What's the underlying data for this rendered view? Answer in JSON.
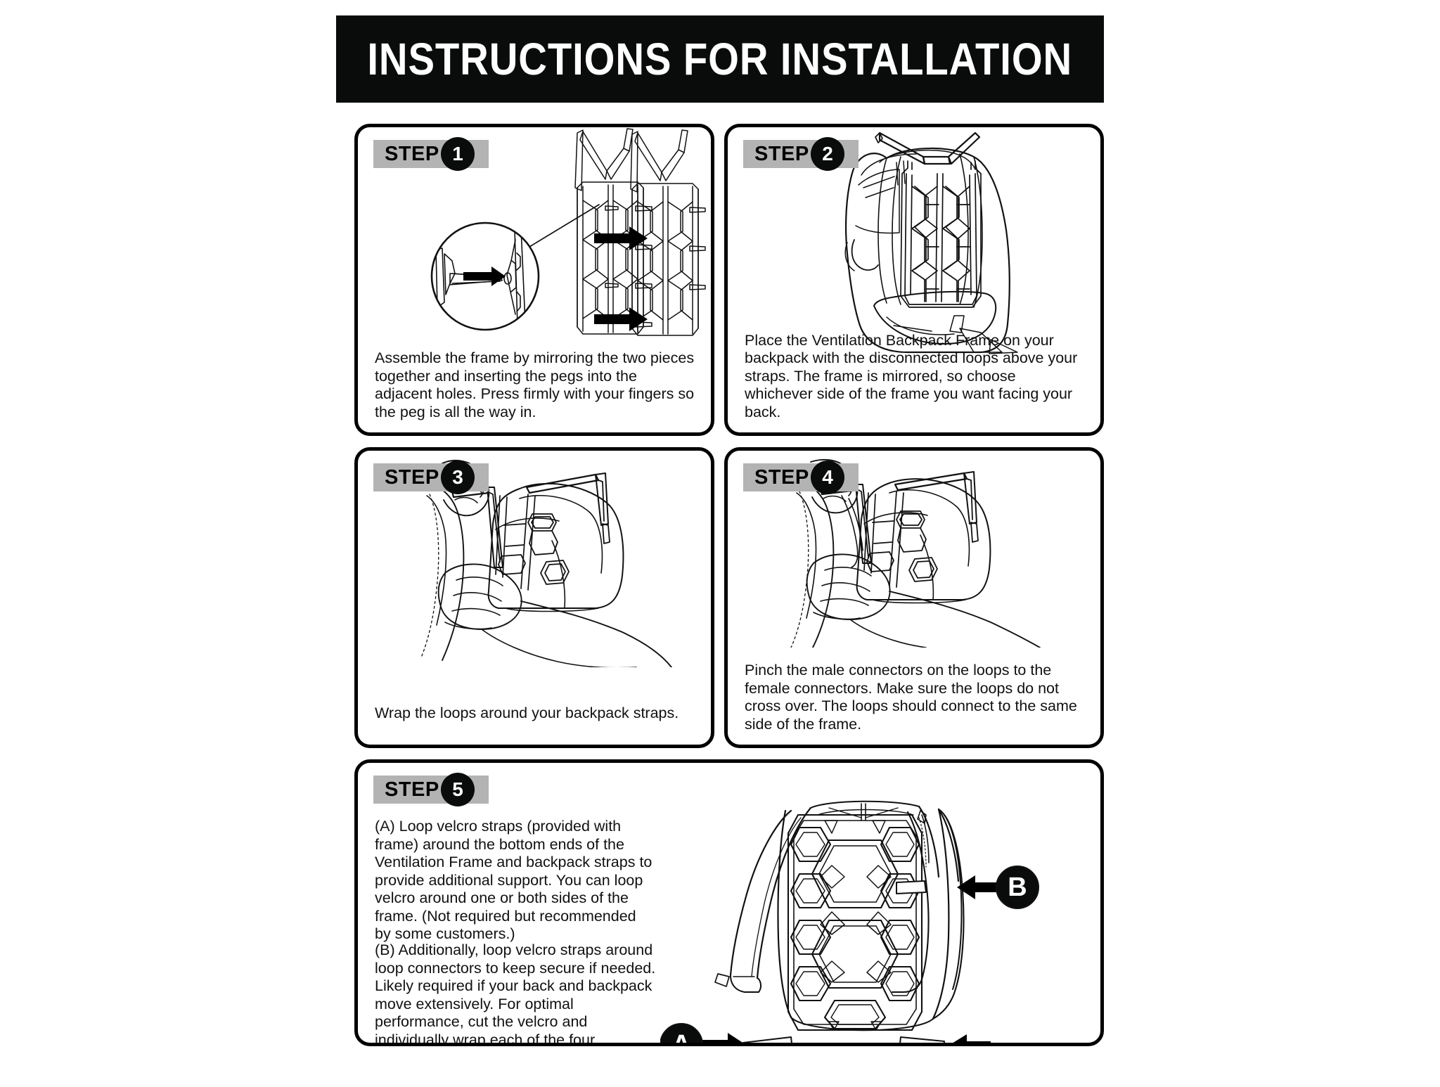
{
  "header": {
    "title": "INSTRUCTIONS FOR INSTALLATION",
    "background": "#0a0c0c",
    "text_color": "#ffffff"
  },
  "theme": {
    "badge_bg": "#b3b3b3",
    "badge_circle": "#0a0c0c",
    "panel_border": "#000000",
    "page_bg": "#ffffff",
    "text": "#111111"
  },
  "steps": [
    {
      "badge_label": "STEP",
      "number": "1",
      "caption": "Assemble the frame by mirroring the two pieces together and inserting the pegs into the adjacent holes. Press firmly with your fingers so the peg is all the way in.",
      "illustration": "two-lattice-frames-with-peg-detail-callout"
    },
    {
      "badge_label": "STEP",
      "number": "2",
      "caption": "Place the Ventilation Backpack Frame on your backpack with the disconnected loops above your straps. The frame is mirrored, so choose whichever side of the frame you want facing your back.",
      "illustration": "backpack-three-quarter-view-with-frame"
    },
    {
      "badge_label": "STEP",
      "number": "3",
      "caption": "Wrap the loops around your backpack straps.",
      "illustration": "hands-wrapping-loops-around-straps"
    },
    {
      "badge_label": "STEP",
      "number": "4",
      "caption": "Pinch the male connectors on the loops to the female connectors. Make sure the loops do not cross over. The loops should connect to the same side of the frame.",
      "illustration": "hands-pinching-male-to-female-connectors"
    },
    {
      "badge_label": "STEP",
      "number": "5",
      "caption_a": "(A) Loop velcro straps (provided with frame) around the bottom ends of the Ventilation Frame and backpack straps to provide additional support. You can loop velcro around one or both sides of the frame. (Not required but recommended by some customers.)",
      "caption_b": "(B) Additionally, loop velcro straps around loop connectors to keep secure if needed. Likely required if your back and backpack move extensively. For optimal performance, cut the velcro and individually wrap each of the four connectors to securely fasten.",
      "illustration": "backpack-front-view-with-hex-frame-callouts",
      "callouts": [
        {
          "label": "A",
          "position": "lower-left"
        },
        {
          "label": "B",
          "position": "upper-right"
        }
      ]
    }
  ]
}
